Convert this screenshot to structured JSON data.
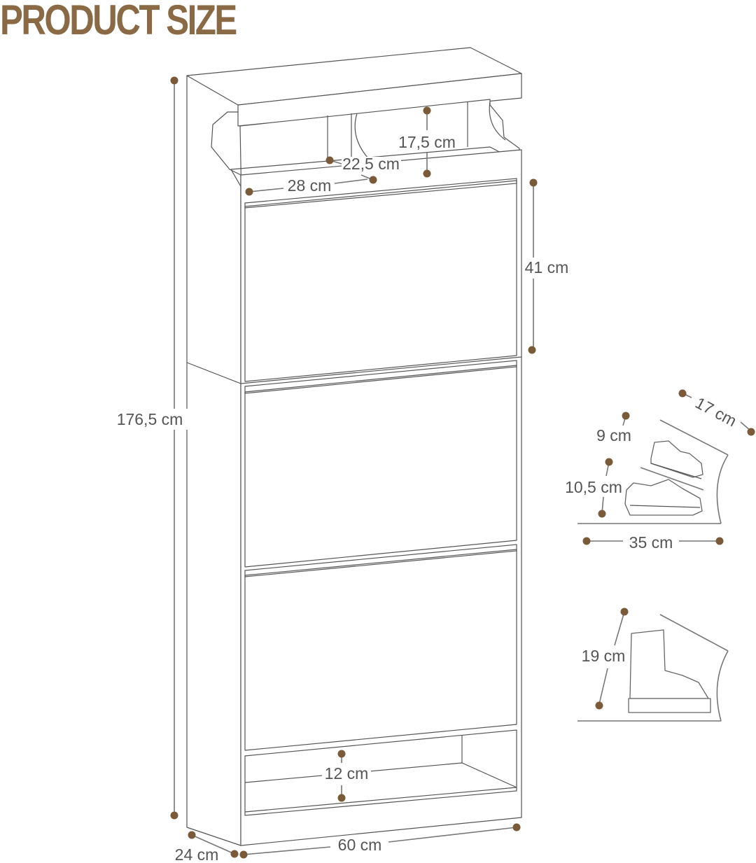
{
  "title": "PRODUCT SIZE",
  "colors": {
    "title": "#8a6a45",
    "dot": "#7a5a38",
    "line": "#777777",
    "text": "#555555"
  },
  "dimensions": {
    "total_height": "176,5 cm",
    "width": "60 cm",
    "depth": "24 cm",
    "flap_height": "41 cm",
    "top_compartment_height": "17,5 cm",
    "top_compartment_width": "28 cm",
    "top_compartment_depth": "22,5 cm",
    "bottom_shelf_height": "12 cm",
    "shoe_section_depth": "17 cm",
    "shoe_upper_height": "9 cm",
    "shoe_lower_height": "10,5 cm",
    "shoe_length": "35 cm",
    "boot_height": "19 cm"
  }
}
